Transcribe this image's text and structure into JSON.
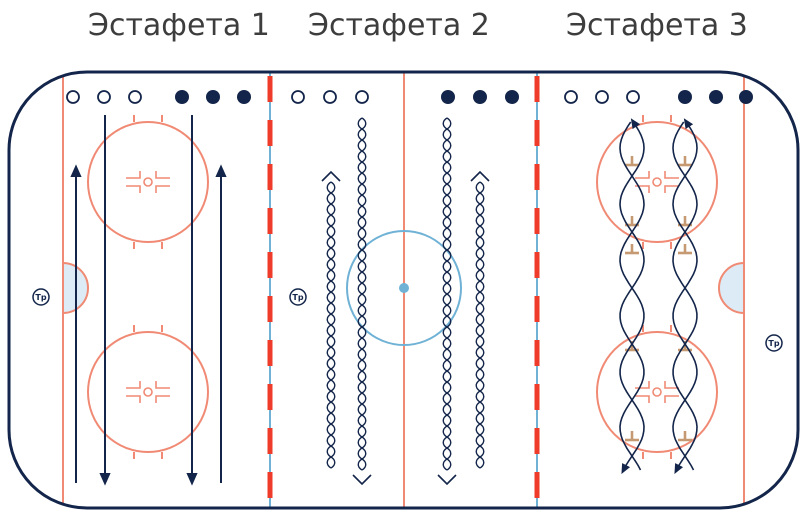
{
  "titles": [
    "Эстафета 1",
    "Эстафета 2",
    "Эстафета 3"
  ],
  "coach_label": "Тр",
  "colors": {
    "rink_border": "#13254a",
    "red_line": "#ee3b2a",
    "blue_line": "#6fb2d6",
    "circle": "#f08a74",
    "player_dark": "#13254a",
    "cone": "#c59a72",
    "crease_fill": "#dcebf6"
  },
  "icons": {
    "player_open": "open-circle-player",
    "player_filled": "filled-circle-player",
    "cone": "cone-icon",
    "coach": "coach-marker"
  }
}
